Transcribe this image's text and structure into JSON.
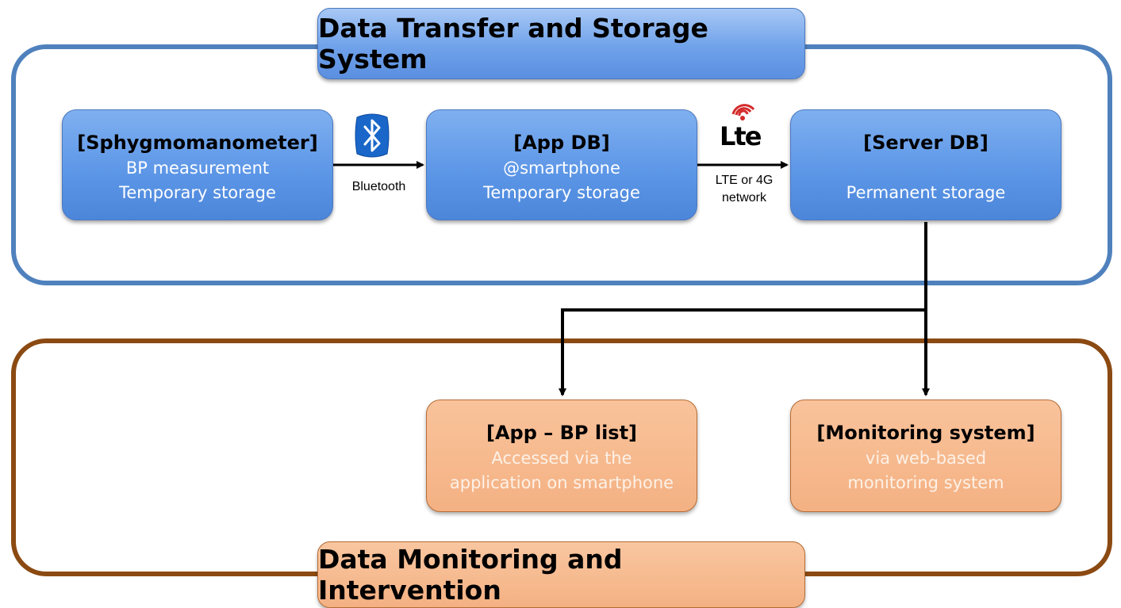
{
  "sections": {
    "transfer": {
      "title": "Data Transfer and Storage System"
    },
    "monitoring": {
      "title": "Data Monitoring and Intervention"
    }
  },
  "nodes": {
    "sphygmomanometer": {
      "title": "[Sphygmomanometer]",
      "lines": [
        "BP measurement",
        "Temporary storage"
      ]
    },
    "app_db": {
      "title": "[App DB]",
      "lines": [
        "@smartphone",
        "Temporary storage"
      ]
    },
    "server_db": {
      "title": "[Server DB]",
      "lines": [
        "",
        "Permanent storage"
      ]
    },
    "app_bp_list": {
      "title": "[App – BP list]",
      "lines": [
        "Accessed via the",
        "application on smartphone"
      ]
    },
    "monitoring_system": {
      "title": "[Monitoring system]",
      "lines": [
        "via web-based",
        "monitoring system"
      ]
    }
  },
  "edges": {
    "bluetooth": {
      "label": "Bluetooth",
      "icon": "bluetooth-icon"
    },
    "lte": {
      "label_line1": "LTE or 4G",
      "label_line2": "network",
      "icon": "lte-logo-icon",
      "logo_text": "Lte"
    }
  },
  "colors": {
    "transfer_border": "#4f81bd",
    "transfer_fill": "#5b95e6",
    "monitoring_border": "#8b4a12",
    "monitoring_fill": "#f4b183"
  }
}
